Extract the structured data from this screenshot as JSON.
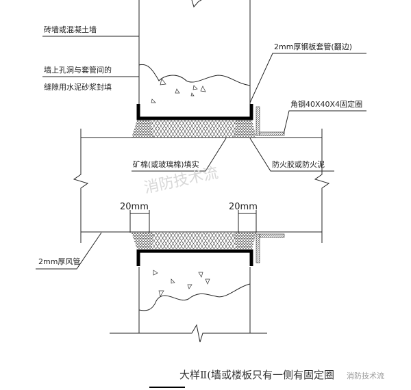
{
  "labels": {
    "wall": "砖墙或混凝土墙",
    "sleeve": "2mm厚钢板套管(翻边)",
    "gap_line1": "墙上孔洞与套管间的",
    "gap_line2": "缝隙用水泥砂浆封填",
    "angle_steel": "角钢40X40X4固定圈",
    "mineral_wool": "矿棉(或玻璃棉)填实",
    "fire_sealant": "防火胶或防火泥",
    "dim_left": "20mm",
    "dim_right": "20mm",
    "duct": "2mm厚风管"
  },
  "title": "大样Ⅱ(墙或楼板只有一侧有固定圈",
  "watermark": "消防技术流",
  "watermark_title": "消防技术流"
}
